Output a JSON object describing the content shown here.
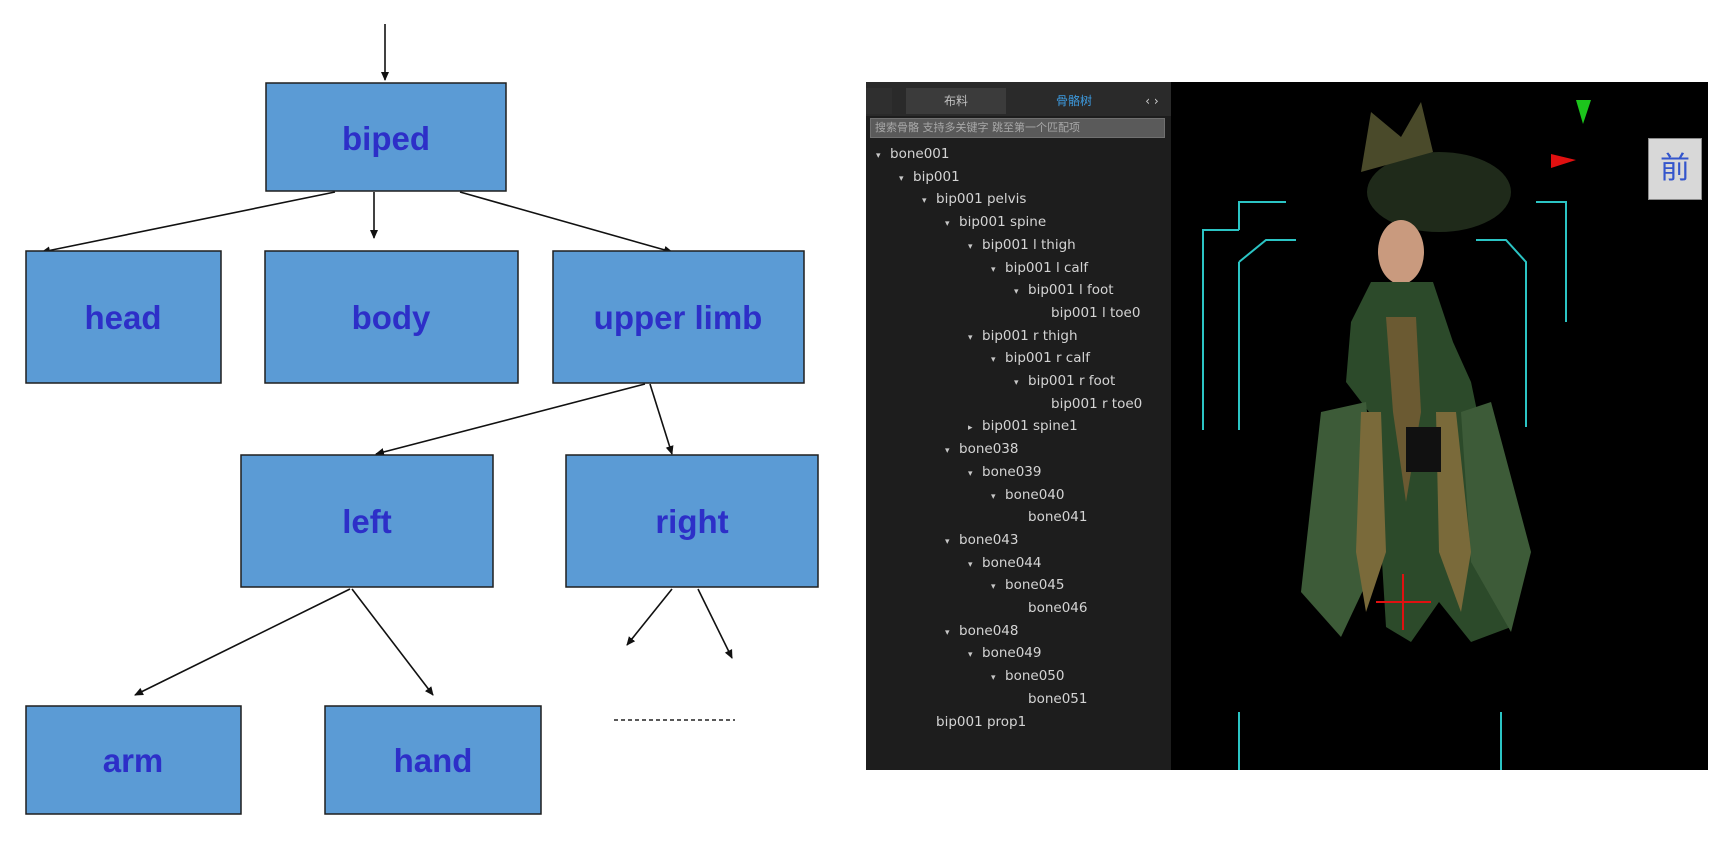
{
  "diagram": {
    "nodes": {
      "biped": "biped",
      "head": "head",
      "body": "body",
      "upper_limb": "upper limb",
      "left": "left",
      "right": "right",
      "arm": "arm",
      "hand": "hand"
    },
    "colors": {
      "box_fill": "#5b9bd5",
      "label": "#2d2fc8"
    }
  },
  "editor": {
    "tabs": [
      "",
      "布料",
      "骨骼树",
      "‹ ›"
    ],
    "active_tab": "骨骼树",
    "search_placeholder": "搜索骨骼 支持多关键字 跳至第一个匹配项",
    "tree": [
      {
        "label": "bone001",
        "depth": 0,
        "arrow": "down"
      },
      {
        "label": "bip001",
        "depth": 1,
        "arrow": "down"
      },
      {
        "label": "bip001 pelvis",
        "depth": 2,
        "arrow": "down"
      },
      {
        "label": "bip001 spine",
        "depth": 3,
        "arrow": "down"
      },
      {
        "label": "bip001 l thigh",
        "depth": 4,
        "arrow": "down"
      },
      {
        "label": "bip001 l calf",
        "depth": 5,
        "arrow": "down"
      },
      {
        "label": "bip001 l foot",
        "depth": 6,
        "arrow": "down"
      },
      {
        "label": "bip001 l toe0",
        "depth": 7,
        "arrow": "none"
      },
      {
        "label": "bip001 r thigh",
        "depth": 4,
        "arrow": "down"
      },
      {
        "label": "bip001 r calf",
        "depth": 5,
        "arrow": "down"
      },
      {
        "label": "bip001 r foot",
        "depth": 6,
        "arrow": "down"
      },
      {
        "label": "bip001 r toe0",
        "depth": 7,
        "arrow": "none"
      },
      {
        "label": "bip001 spine1",
        "depth": 4,
        "arrow": "right"
      },
      {
        "label": "bone038",
        "depth": 3,
        "arrow": "down"
      },
      {
        "label": "bone039",
        "depth": 4,
        "arrow": "down"
      },
      {
        "label": "bone040",
        "depth": 5,
        "arrow": "down"
      },
      {
        "label": "bone041",
        "depth": 6,
        "arrow": "none"
      },
      {
        "label": "bone043",
        "depth": 3,
        "arrow": "down"
      },
      {
        "label": "bone044",
        "depth": 4,
        "arrow": "down"
      },
      {
        "label": "bone045",
        "depth": 5,
        "arrow": "down"
      },
      {
        "label": "bone046",
        "depth": 6,
        "arrow": "none"
      },
      {
        "label": "bone048",
        "depth": 3,
        "arrow": "down"
      },
      {
        "label": "bone049",
        "depth": 4,
        "arrow": "down"
      },
      {
        "label": "bone050",
        "depth": 5,
        "arrow": "down"
      },
      {
        "label": "bone051",
        "depth": 6,
        "arrow": "none"
      },
      {
        "label": "bip001 prop1",
        "depth": 2,
        "arrow": "none"
      }
    ],
    "view_label": "前",
    "colors": {
      "panel_bg": "#1d1d1d",
      "active_tab": "#3d9be0",
      "guide": "#2bc4c4",
      "gizmo_red": "#e01010",
      "gizmo_green": "#1cc41c"
    }
  }
}
